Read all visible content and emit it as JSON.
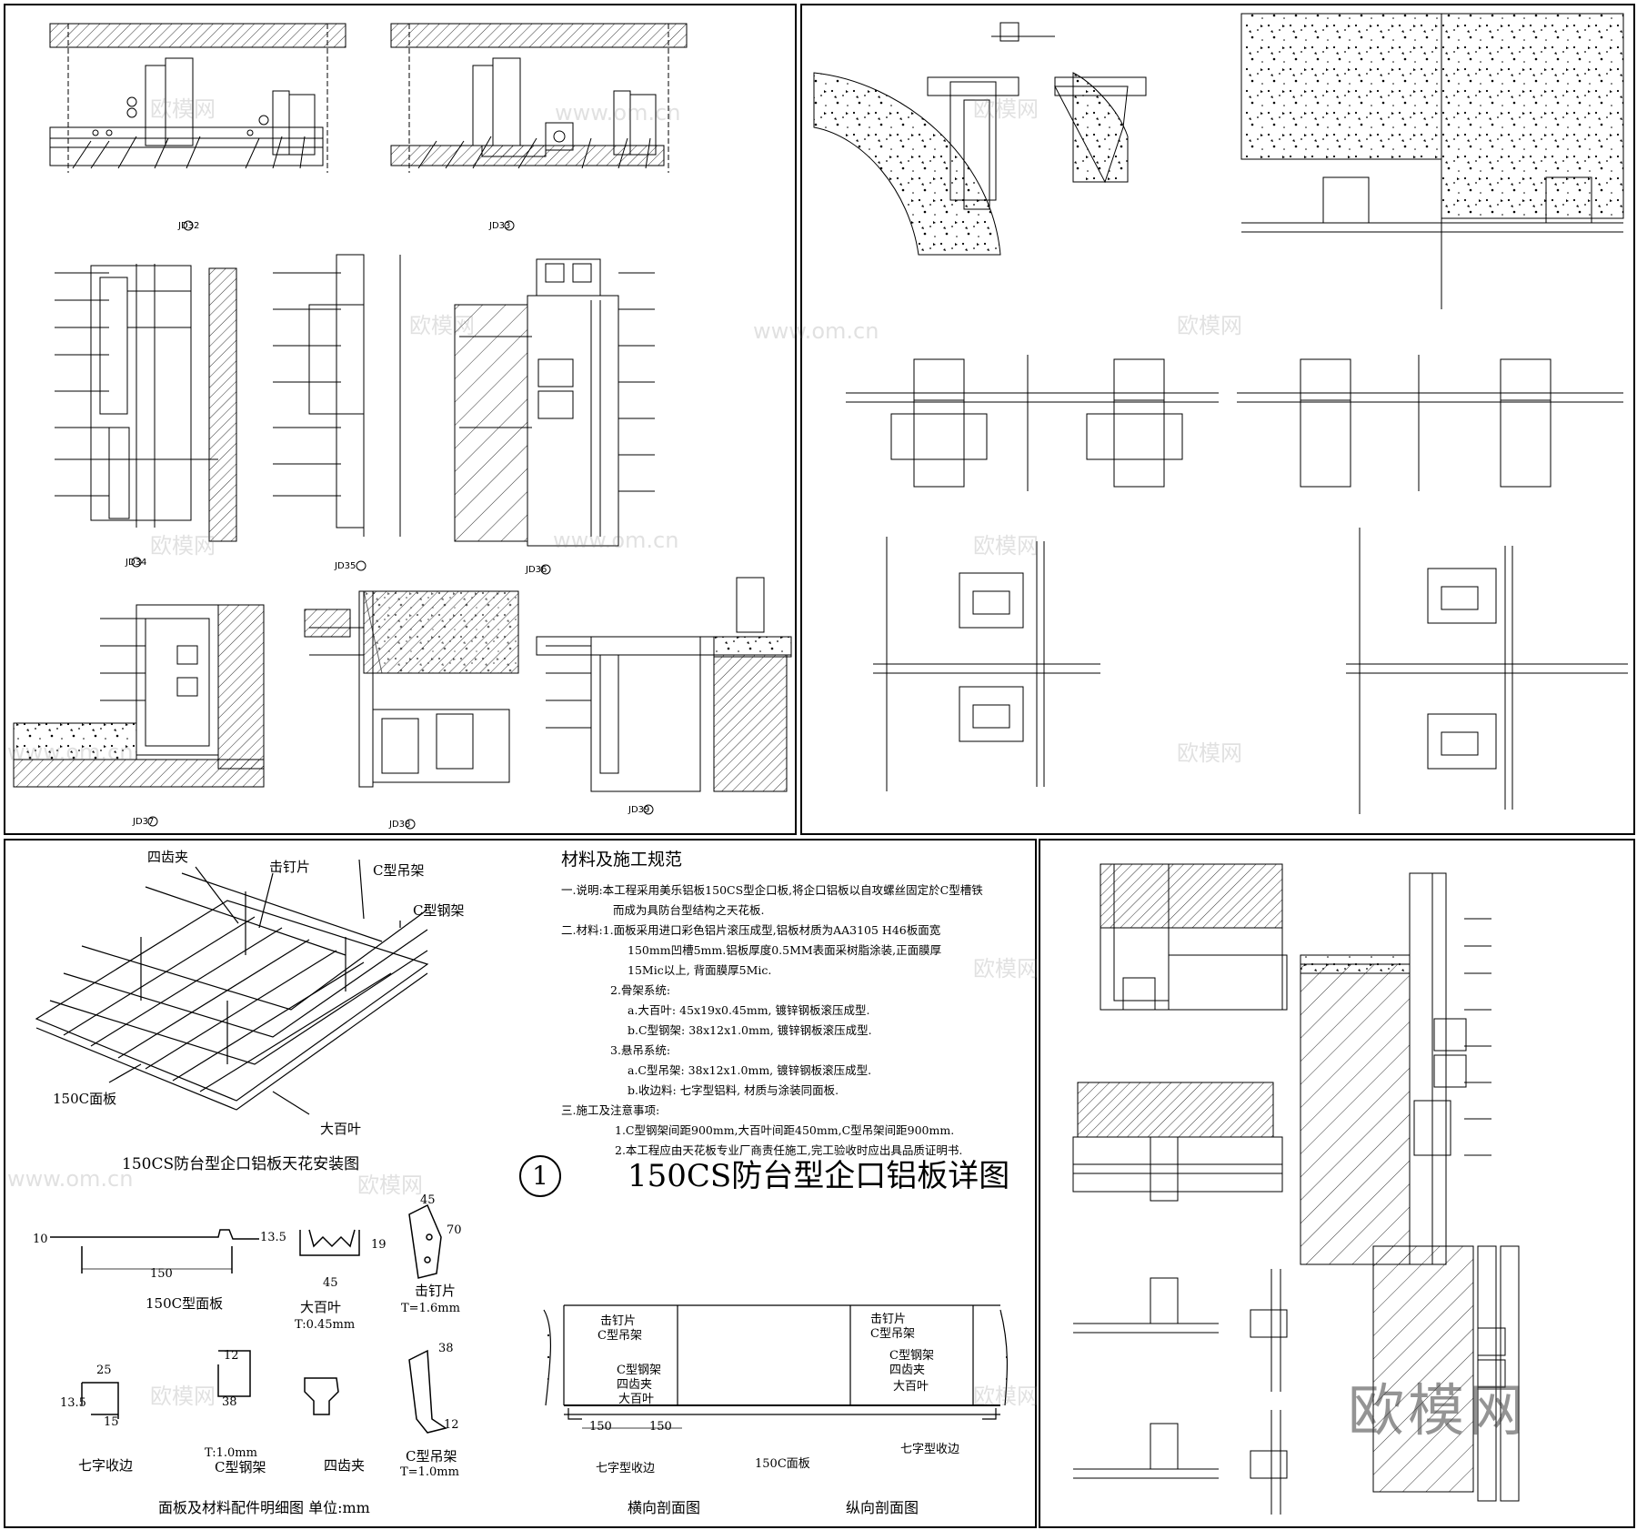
{
  "main_title": "150CS防台型企口铝板详图",
  "main_number": "1",
  "spec": {
    "title": "材料及施工规范",
    "lines": [
      "一.说明:本工程采用美乐铝板150CS型企口板,将企口铝板以自攻螺丝固定於C型槽铁",
      "而成为具防台型结构之天花板.",
      "二.材料:1.面板采用进口彩色铝片滚压成型,铝板材质为AA3105 H46板面宽",
      "150mm凹槽5mm.铝板厚度0.5MM表面采树脂涂装,正面膜厚",
      "15Mic以上, 背面膜厚5Mic.",
      "2.骨架系统:",
      "a.大百叶: 45x19x0.45mm, 镀锌钢板滚压成型.",
      "b.C型钢架: 38x12x1.0mm, 镀锌钢板滚压成型.",
      "3.悬吊系统:",
      "a.C型吊架: 38x12x1.0mm, 镀锌钢板滚压成型.",
      "b.收边料: 七字型铝料, 材质与涂装同面板.",
      "三.施工及注意事项:",
      "1.C型钢架间距900mm,大百叶间距450mm,C型吊架间距900mm.",
      "2.本工程应由天花板专业厂商责任施工,完工验收时应出具品质证明书."
    ]
  },
  "iso": {
    "caption": "150CS防台型企口铝板天花安装图",
    "labels": {
      "clip4": "四齿夹",
      "nail": "击钉片",
      "changer": "C型吊架",
      "cframe": "C型钢架",
      "panel": "150C面板",
      "louver": "大百叶"
    }
  },
  "parts": {
    "caption": "面板及材料配件明细图  单位:mm",
    "panel_150c": {
      "name": "150C型面板",
      "dims": [
        "10",
        "150",
        "13.5"
      ]
    },
    "louver": {
      "name": "大百叶",
      "spec": "T:0.45mm",
      "dims": [
        "45",
        "19"
      ]
    },
    "nail": {
      "name": "击钉片",
      "spec": "T=1.6mm",
      "dims": [
        "45",
        "70"
      ]
    },
    "edge7": {
      "name": "七字收边",
      "dims": [
        "25",
        "13.5",
        "15"
      ]
    },
    "cframe": {
      "name": "C型钢架",
      "spec": "T:1.0mm",
      "dims": [
        "12",
        "38"
      ]
    },
    "clip4": {
      "name": "四齿夹"
    },
    "changer": {
      "name": "C型吊架",
      "spec": "T=1.0mm",
      "dims": [
        "38",
        "12"
      ]
    }
  },
  "sections": {
    "cross": {
      "caption": "横向剖面图",
      "labels": [
        "击钉片",
        "C型吊架",
        "C型钢架",
        "四齿夹",
        "大百叶",
        "七字型收边"
      ],
      "dims": [
        "150",
        "150"
      ]
    },
    "long": {
      "caption": "纵向剖面图",
      "labels": [
        "击钉片",
        "C型吊架",
        "C型钢架",
        "四齿夹",
        "大百叶",
        "150C面板",
        "七字型收边"
      ]
    }
  },
  "detail_codes": [
    "JD32",
    "JD33",
    "JD34",
    "JD35",
    "JD36",
    "JD37",
    "JD38",
    "JD39"
  ],
  "watermarks": {
    "brand": "欧模网",
    "url": "www.om.cn"
  }
}
